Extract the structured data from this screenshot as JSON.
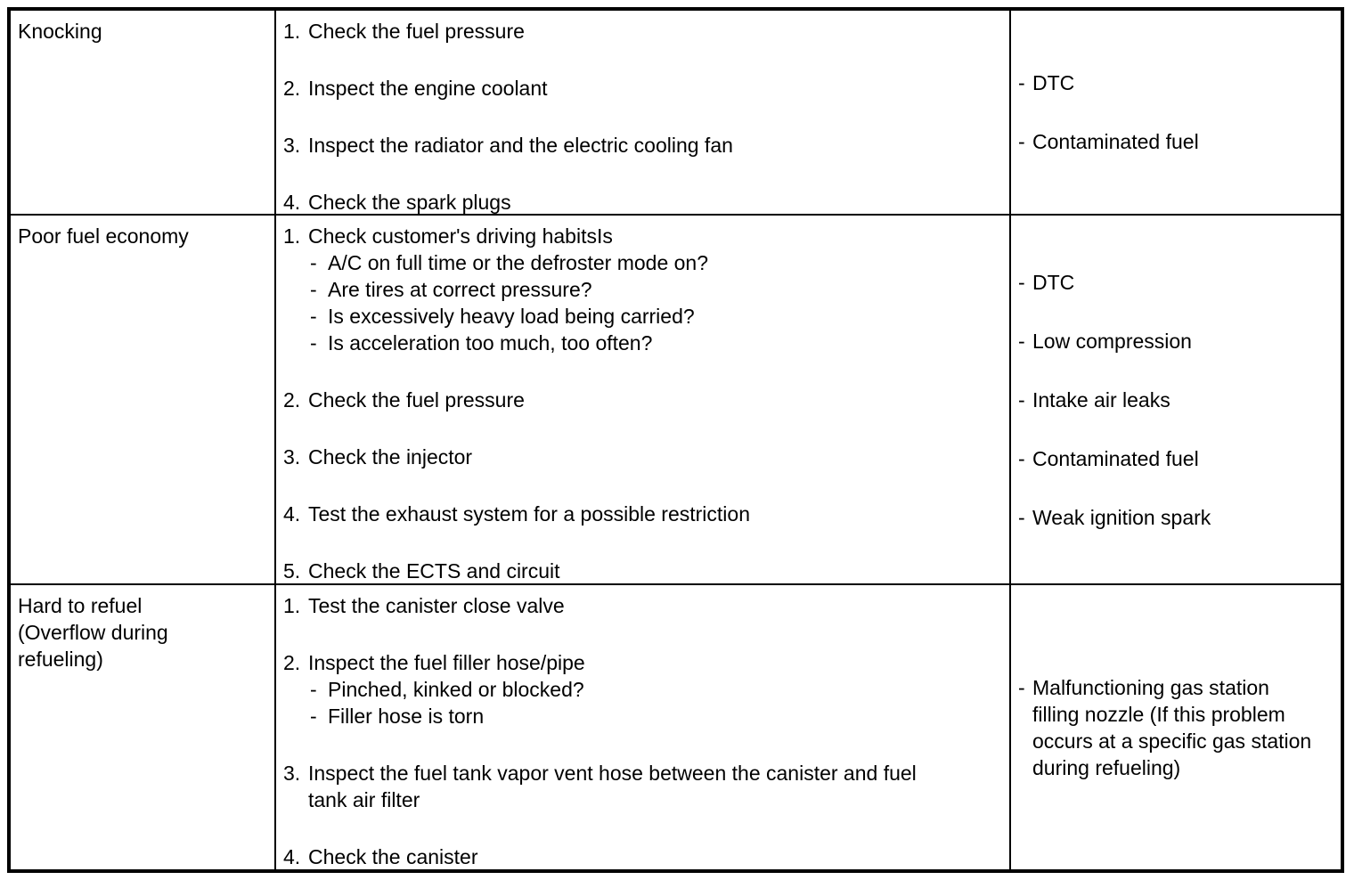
{
  "page": {
    "background": "#ffffff",
    "border_color": "#000000",
    "text_color": "#000000"
  },
  "table": {
    "semantic_columns": [
      "symptom",
      "inspection-steps",
      "possible-causes"
    ],
    "bullet": "-",
    "rows": [
      {
        "symptom": "Knocking",
        "steps": [
          {
            "num": "1.",
            "text": "Check the fuel pressure",
            "subs": []
          },
          {
            "num": "2.",
            "text": "Inspect the engine coolant",
            "subs": []
          },
          {
            "num": "3.",
            "text": "Inspect the radiator and the electric cooling fan",
            "subs": []
          },
          {
            "num": "4.",
            "text": "Check the spark plugs",
            "subs": []
          }
        ],
        "causes": [
          "DTC",
          "Contaminated fuel"
        ]
      },
      {
        "symptom": "Poor fuel economy",
        "steps": [
          {
            "num": "1.",
            "text": "Check customer's driving habitsIs",
            "subs": [
              "A/C on full time or the defroster mode on?",
              "Are tires at correct pressure?",
              "Is excessively heavy load being carried?",
              "Is acceleration too much, too often?"
            ]
          },
          {
            "num": "2.",
            "text": "Check the fuel pressure",
            "subs": []
          },
          {
            "num": "3.",
            "text": "Check the injector",
            "subs": []
          },
          {
            "num": "4.",
            "text": "Test the exhaust system for a possible restriction",
            "subs": []
          },
          {
            "num": "5.",
            "text": "Check the ECTS and circuit",
            "subs": []
          }
        ],
        "causes": [
          "DTC",
          "Low compression",
          "Intake air leaks",
          "Contaminated fuel",
          "Weak ignition spark"
        ]
      },
      {
        "symptom": "Hard to refuel\n(Overflow during\nrefueling)",
        "steps": [
          {
            "num": "1.",
            "text": "Test the canister close valve",
            "subs": []
          },
          {
            "num": "2.",
            "text": "Inspect the fuel filler hose/pipe",
            "subs": [
              "Pinched, kinked or blocked?",
              "Filler hose is torn"
            ]
          },
          {
            "num": "3.",
            "text": "Inspect the fuel tank vapor vent hose between the canister and fuel tank air filter",
            "subs": []
          },
          {
            "num": "4.",
            "text": "Check the canister",
            "subs": []
          }
        ],
        "causes": [
          "Malfunctioning gas station filling nozzle (If this problem occurs at a specific gas station during refueling)"
        ]
      }
    ]
  }
}
